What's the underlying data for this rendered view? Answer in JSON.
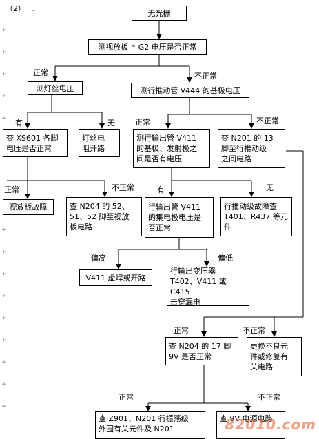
{
  "header": {
    "number": "（2）",
    "mark": "."
  },
  "boxes": {
    "no_raster": "无光栅",
    "measure_g2": "测视放板上 G2 电压是否正常",
    "filament": "测灯丝电压",
    "v444_base": "测行推动管 V444 的基极电压",
    "xs601": "查 XS601 各脚\n电压是否正常",
    "filament_resistor": "灯丝电\n阻开路",
    "v411_base_emitter": "测行输出管 V411\n的基极、发射极之\n间是否有电压",
    "n201_pin13": "查 N201 的 13\n脚至行推动级\n之间电路",
    "video_board_fault": "视放板故障",
    "n204_pins": "查 N204 的 52、\n51、52 脚至视放\n板电路",
    "v411_collector": "行输出管 V411\n的集电极电压是\n否正常",
    "drive_stage_fault": "行推动级故障查\nT401、R437 等元\n件",
    "v411_solder": "V411 虚焊或开路",
    "transformer": "行输出变压器\nT402、V411 或 C415\n击穿漏电",
    "n204_pin17": "查 N204 的 17 脚\n9V 是否正常",
    "replace_bad": "更换不良元\n件或修复有\n关电路",
    "z901_n201": "查 Z901、N201 行振荡级\n外围有关元件及 N201",
    "power_9v": "查 9V 电源电路"
  },
  "labels": {
    "normal": "正常",
    "abnormal": "不正常",
    "present": "有",
    "absent": "无",
    "high": "偏高",
    "low": "偏低"
  },
  "watermark": "82010.com"
}
